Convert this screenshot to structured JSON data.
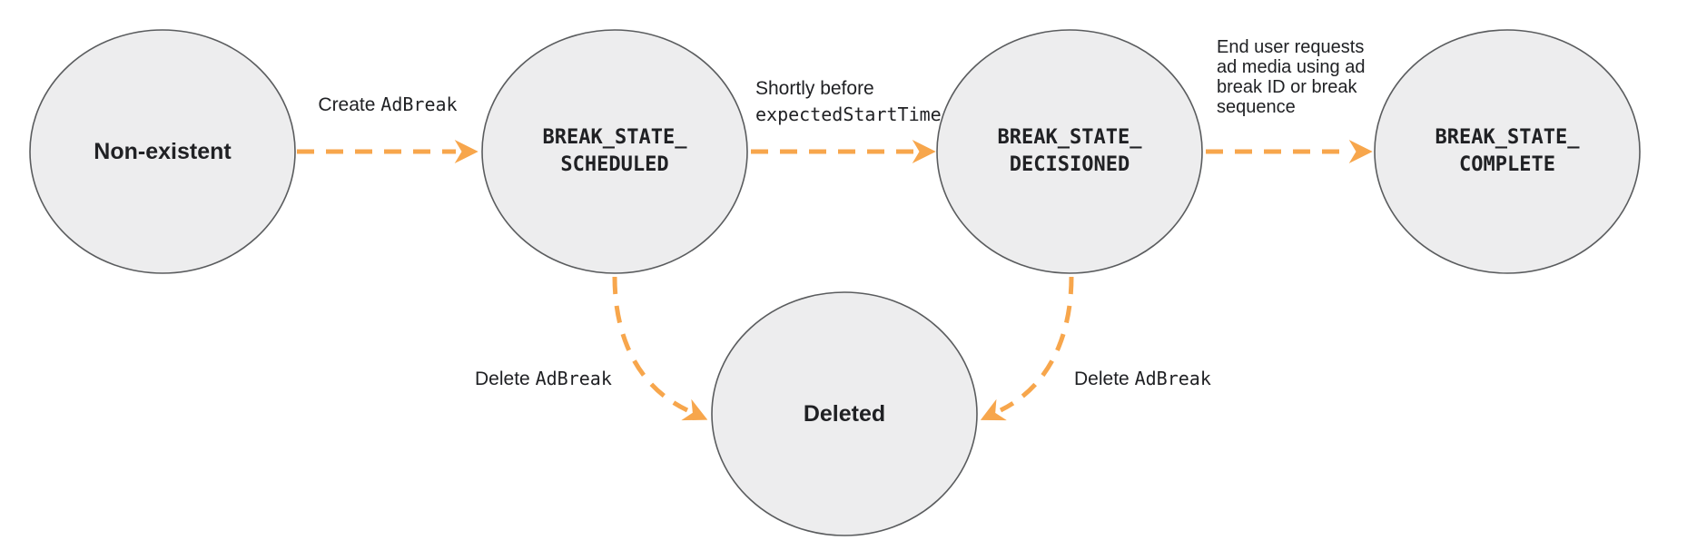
{
  "colors": {
    "arrow": "#F7A64C",
    "node_fill": "#EDEDEE",
    "node_border": "#5A5C5E",
    "text": "#202124",
    "background": "#FFFFFF"
  },
  "nodes": {
    "non_existent": {
      "label": "Non-existent"
    },
    "scheduled": {
      "label": "BREAK_STATE_\nSCHEDULED"
    },
    "decisioned": {
      "label": "BREAK_STATE_\nDECISIONED"
    },
    "complete": {
      "label": "BREAK_STATE_\nCOMPLETE"
    },
    "deleted": {
      "label": "Deleted"
    }
  },
  "edges": {
    "create": {
      "text": "Create",
      "code": "AdBreak"
    },
    "shortly_before": {
      "text": "Shortly before",
      "code": "expectedStartTime"
    },
    "end_user_request": {
      "text": "End user requests ad media using ad break ID or break sequence"
    },
    "delete_from_scheduled": {
      "text": "Delete",
      "code": "AdBreak"
    },
    "delete_from_decisioned": {
      "text": "Delete",
      "code": "AdBreak"
    }
  }
}
